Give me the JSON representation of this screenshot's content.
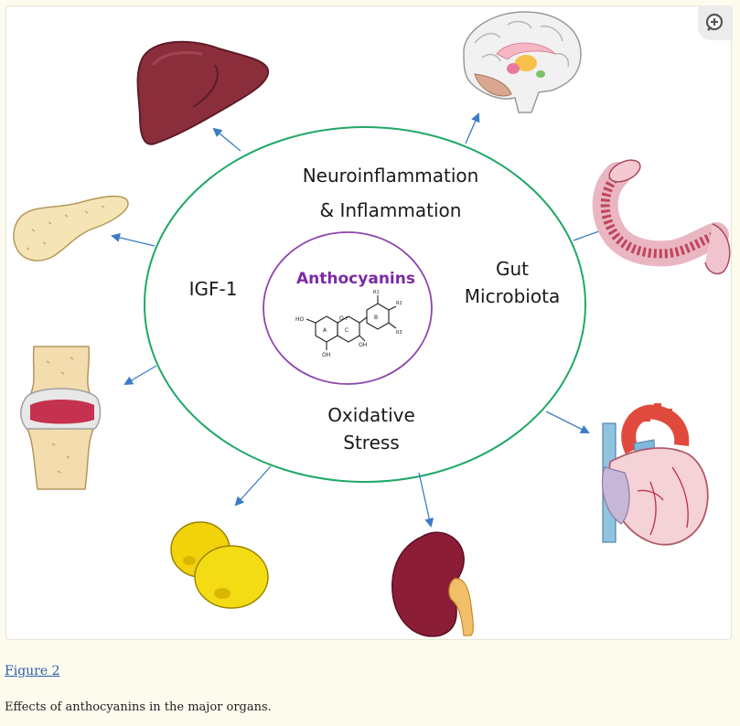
{
  "diagram": {
    "center_title": "Anthocyanins",
    "inner_labels": {
      "top_line1": "Neuroinflammation",
      "top_line2": "& Inflammation",
      "left": "IGF-1",
      "right": "Gut\nMicrobiota",
      "bottom": "Oxidative\nStress"
    },
    "molecule_labels": {
      "ho1": "HO",
      "oh_bottom": "OH",
      "oh_right": "OH",
      "ring_a": "A",
      "ring_b": "B",
      "ring_c": "C",
      "o_plus": "O+",
      "r1": "R1",
      "r2": "R2",
      "r3": "R3"
    },
    "organs": [
      "liver-icon",
      "pancreas-icon",
      "joint-icon",
      "fat-cells-icon",
      "kidney-icon",
      "heart-icon",
      "intestine-icon",
      "brain-icon"
    ],
    "colors": {
      "outer_ellipse": "#1fa866",
      "inner_ellipse": "#8e44ad",
      "title": "#7b2aa6",
      "arrow": "#3b7cc4"
    }
  },
  "figure": {
    "link_label": "Figure 2",
    "caption": "Effects of anthocyanins in the major organs."
  }
}
